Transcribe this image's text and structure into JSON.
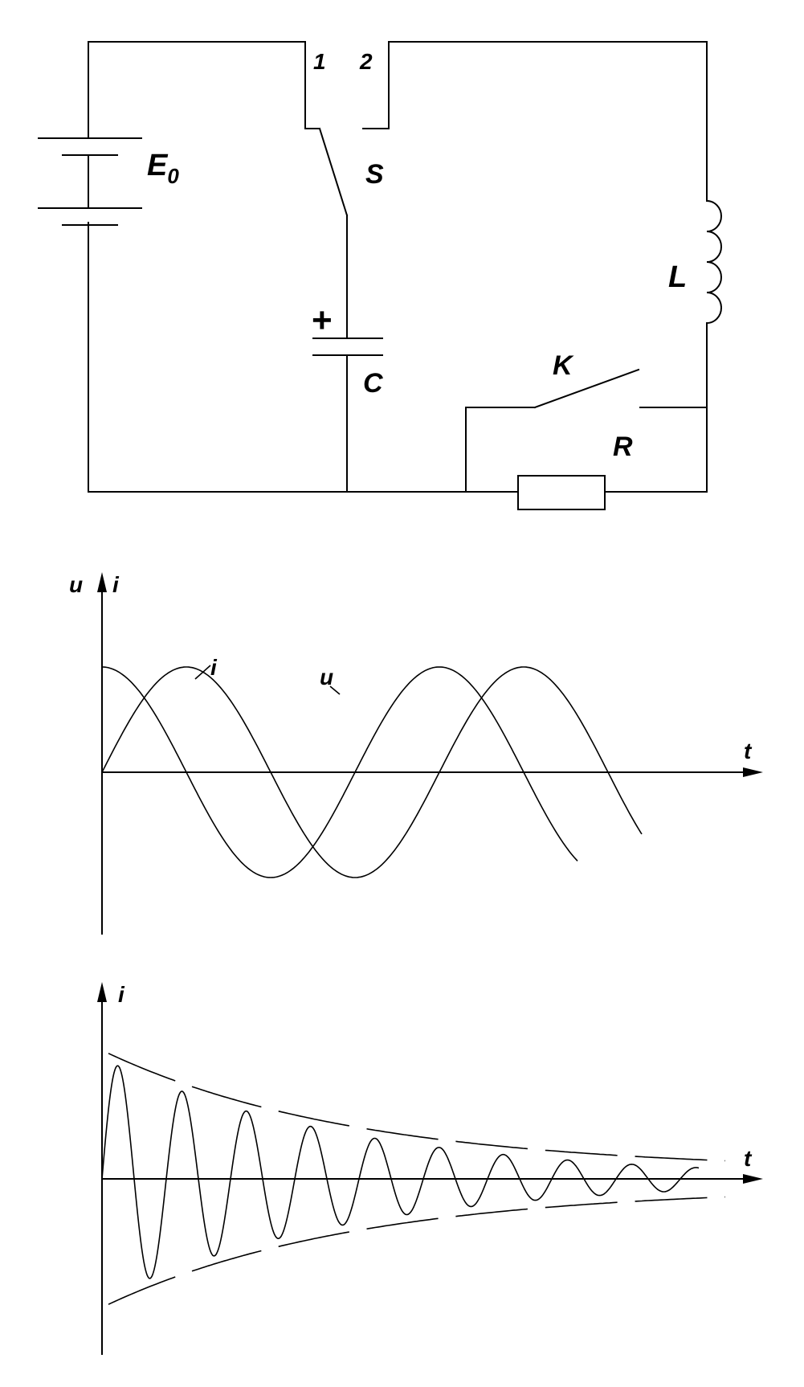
{
  "circuit": {
    "source_label": "E",
    "source_subscript": "0",
    "switch_label": "S",
    "switch_pos1": "1",
    "switch_pos2": "2",
    "capacitor_label": "C",
    "capacitor_polarity": "+",
    "inductor_label": "L",
    "key_label": "K",
    "resistor_label": "R"
  },
  "graph1": {
    "y_label_u": "u",
    "y_label_i": "i",
    "x_label": "t",
    "curve_label_i": "i",
    "curve_label_u": "u"
  },
  "graph2": {
    "y_label": "i",
    "x_label": "t"
  }
}
